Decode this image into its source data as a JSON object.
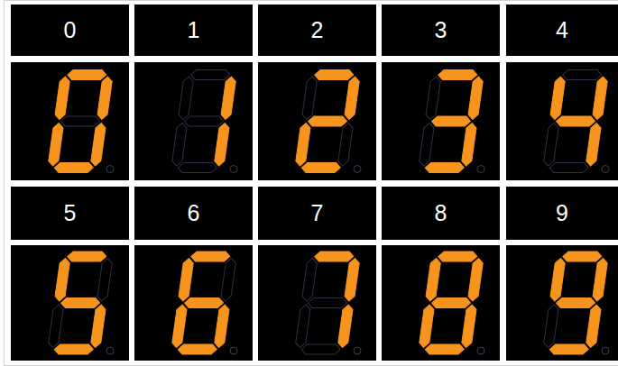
{
  "diagram": {
    "nodes": [
      {
        "text": [
          "0"
        ]
      },
      {
        "text": [
          "1"
        ]
      },
      {
        "text": [
          "2"
        ]
      },
      {
        "text": [
          "3"
        ]
      },
      {
        "text": [
          "4"
        ]
      },
      {
        "text": [
          "5"
        ]
      },
      {
        "text": [
          "6"
        ]
      },
      {
        "text": [
          "7"
        ]
      },
      {
        "text": [
          "8"
        ]
      },
      {
        "text": [
          "9"
        ]
      }
    ]
  }
}
